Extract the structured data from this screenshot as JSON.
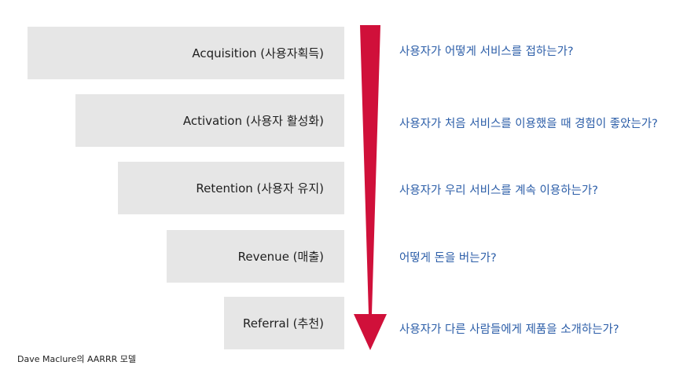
{
  "diagram": {
    "stages": [
      {
        "label": "Acquisition (사용자획득)",
        "question": "사용자가 어떻게 서비스를 접하는가?"
      },
      {
        "label": "Activation (사용자 활성화)",
        "question": "사용자가 처음 서비스를 이용했을 때 경험이 좋았는가?"
      },
      {
        "label": "Retention (사용자 유지)",
        "question": "사용자가 우리 서비스를 계속 이용하는가?"
      },
      {
        "label": "Revenue (매출)",
        "question": "어떻게 돈을 버는가?"
      },
      {
        "label": "Referral (추천)",
        "question": "사용자가 다른 사람들에게 제품을 소개하는가?"
      }
    ],
    "caption": "Dave Maclure의 AARRR 모델"
  },
  "colors": {
    "bar": "#e6e6e6",
    "arrow": "#d0103a",
    "question_text": "#2c5ea8",
    "label_text": "#1f1f1f"
  }
}
